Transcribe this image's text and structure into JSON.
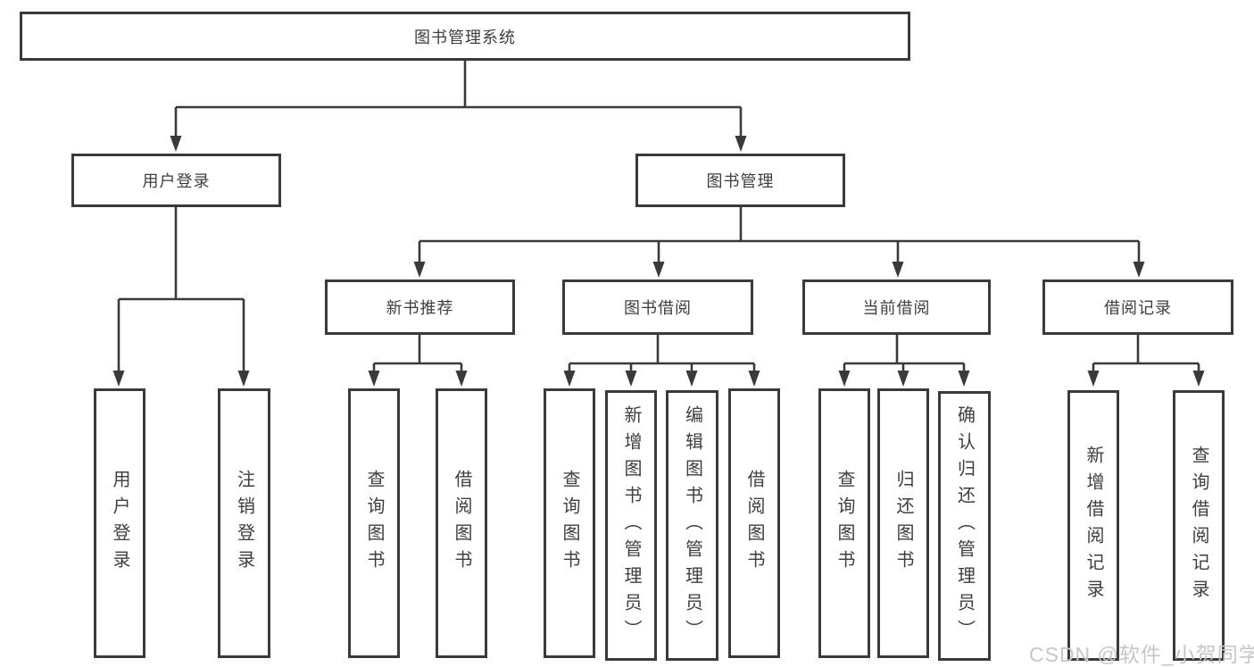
{
  "colors": {
    "line": "#3a3a3a",
    "text": "#3e3e3e",
    "background": "#ffffff",
    "watermark": "#c6c6c6"
  },
  "watermark": "CSDN @软件_小贺同学",
  "tree": {
    "root": {
      "label": "图书管理系统"
    },
    "user_login": {
      "label": "用户登录",
      "children": [
        {
          "label": "用户登录"
        },
        {
          "label": "注销登录"
        }
      ]
    },
    "book_management": {
      "label": "图书管理"
    },
    "new_book_recommend": {
      "label": "新书推荐",
      "children": [
        {
          "label": "查询图书"
        },
        {
          "label": "借阅图书"
        }
      ]
    },
    "book_borrow": {
      "label": "图书借阅",
      "children": [
        {
          "label": "查询图书"
        },
        {
          "label": "新增图书（管理员）"
        },
        {
          "label": "编辑图书（管理员）"
        },
        {
          "label": "借阅图书"
        }
      ]
    },
    "current_borrow": {
      "label": "当前借阅",
      "children": [
        {
          "label": "查询图书"
        },
        {
          "label": "归还图书"
        },
        {
          "label": "确认归还（管理员）"
        }
      ]
    },
    "borrow_record": {
      "label": "借阅记录",
      "children": [
        {
          "label": "新增借阅记录"
        },
        {
          "label": "查询借阅记录"
        }
      ]
    }
  }
}
